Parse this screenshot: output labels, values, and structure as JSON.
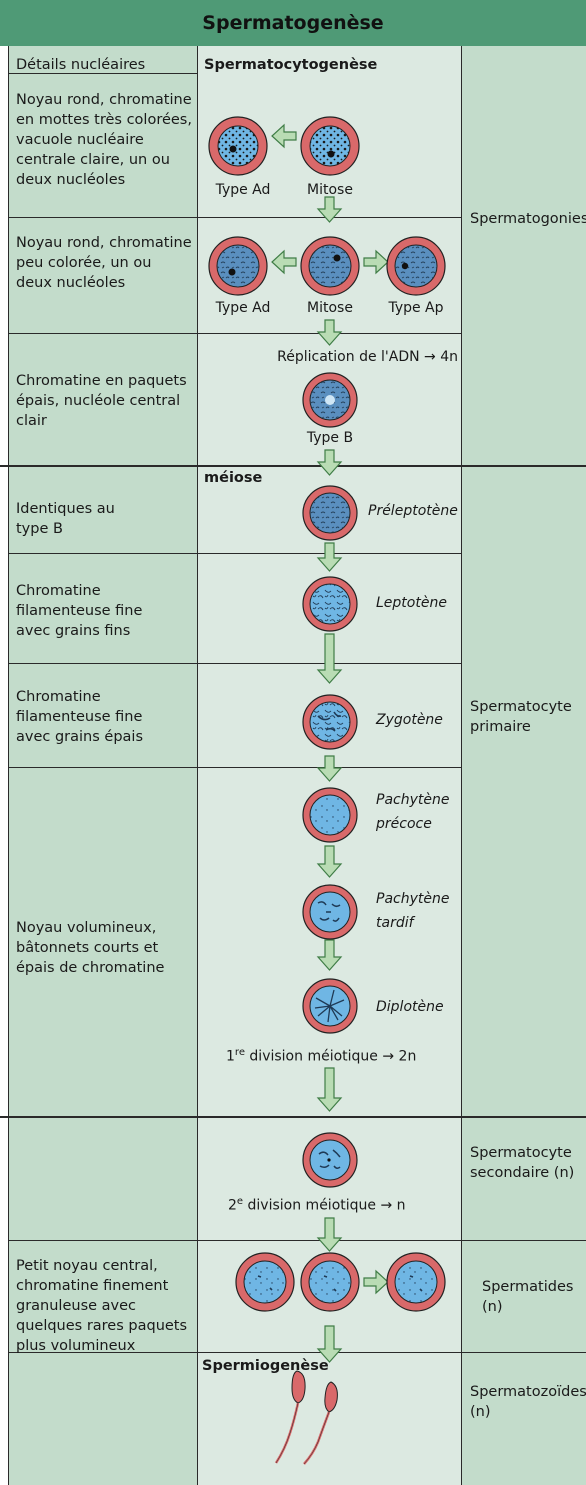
{
  "title": "Spermatogenèse",
  "header": {
    "left": "Détails nucléaires",
    "middle": "Spermatocytogenèse"
  },
  "middle_labels": {
    "meiose": "méiose",
    "spermiogenese": "Spermiogenèse",
    "replication": "Réplication de l'ADN → 4n",
    "div1_prefix": "1",
    "div1_sup": "re",
    "div1_rest": " division méiotique → 2n",
    "div2_prefix": "2",
    "div2_sup": "e",
    "div2_rest": " division méiotique → n"
  },
  "cell_labels": {
    "type_ad_1": "Type Ad",
    "mitose_1": "Mitose",
    "type_ad_2": "Type Ad",
    "mitose_2": "Mitose",
    "type_ap": "Type Ap",
    "type_b": "Type B"
  },
  "stages": {
    "preleptotene": "Préleptotène",
    "leptotene": "Leptotène",
    "zygotene": "Zygotène",
    "pachytene_precoce": "Pachytène\nprécoce",
    "pachytene_tardif": "Pachytène\ntardif",
    "diplotene": "Diplotène"
  },
  "nuclear_details": [
    "Noyau rond, chromatine\nen mottes très colorées,\nvacuole nucléaire\ncentrale claire, un ou\ndeux nucléoles",
    "Noyau rond, chromatine\npeu colorée, un ou\ndeux nucléoles",
    "Chromatine en paquets\népais, nucléole central\nclair",
    "Identiques au\ntype B",
    "Chromatine\nfilamenteuse fine\navec grains fins",
    "Chromatine\nfilamenteuse fine\navec grains épais",
    "Noyau volumineux,\nbâtonnets courts et\népais de chromatine",
    "",
    "Petit noyau central,\nchromatine finement\ngranuleuse avec\nquelques rares paquets\nplus volumineux",
    ""
  ],
  "cell_types": [
    "Spermatogonies",
    "Spermatocyte\nprimaire",
    "Spermatocyte\nsecondaire (n)",
    "Spermatides\n(n)",
    "Spermatozoïdes\n(n)"
  ],
  "colors": {
    "header": "#4f9a76",
    "column_bg": "#c3dccb",
    "middle_bg": "#dce9e1",
    "cytoplasm": "#d9696a",
    "nucleus": "#6fb6e4",
    "arrow_fill": "#b9dcb4",
    "arrow_stroke": "#3f7d46"
  }
}
